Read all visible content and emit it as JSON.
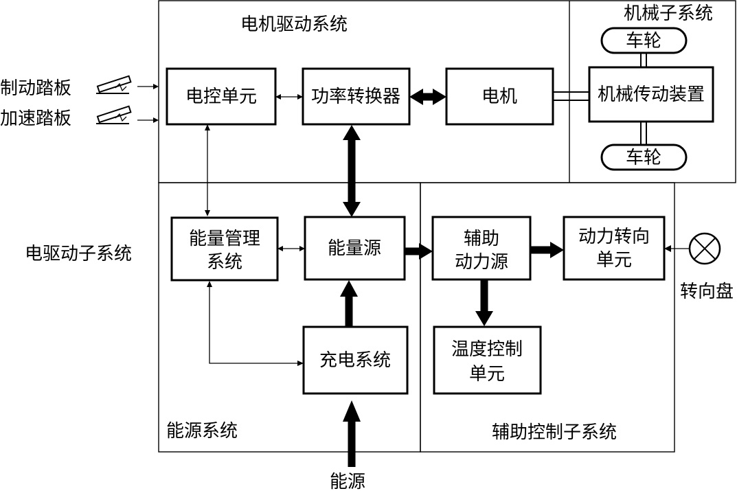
{
  "regions": {
    "motor_drive": "电机驱动系统",
    "mechanical": "机械子系统",
    "electric_drive": "电驱动子系统",
    "energy": "能源系统",
    "auxiliary_control": "辅助控制子系统"
  },
  "blocks": {
    "ecu": "电控单元",
    "power_converter": "功率转换器",
    "motor": "电机",
    "mech_transmission": "机械传动装置",
    "wheel_top": "车轮",
    "wheel_bottom": "车轮",
    "energy_mgmt_line1": "能量管理",
    "energy_mgmt_line2": "系统",
    "energy_source": "能量源",
    "aux_power_line1": "辅助",
    "aux_power_line2": "动力源",
    "power_steering_line1": "动力转向",
    "power_steering_line2": "单元",
    "temp_control_line1": "温度控制",
    "temp_control_line2": "单元",
    "charging": "充电系统"
  },
  "inputs": {
    "brake_pedal": "制动踏板",
    "accel_pedal": "加速踏板",
    "steering_wheel": "转向盘",
    "energy_input": "能源"
  },
  "icons": {
    "brake_pedal": "pedal-icon",
    "accel_pedal": "pedal-icon",
    "steering_wheel": "steering-wheel-icon"
  }
}
